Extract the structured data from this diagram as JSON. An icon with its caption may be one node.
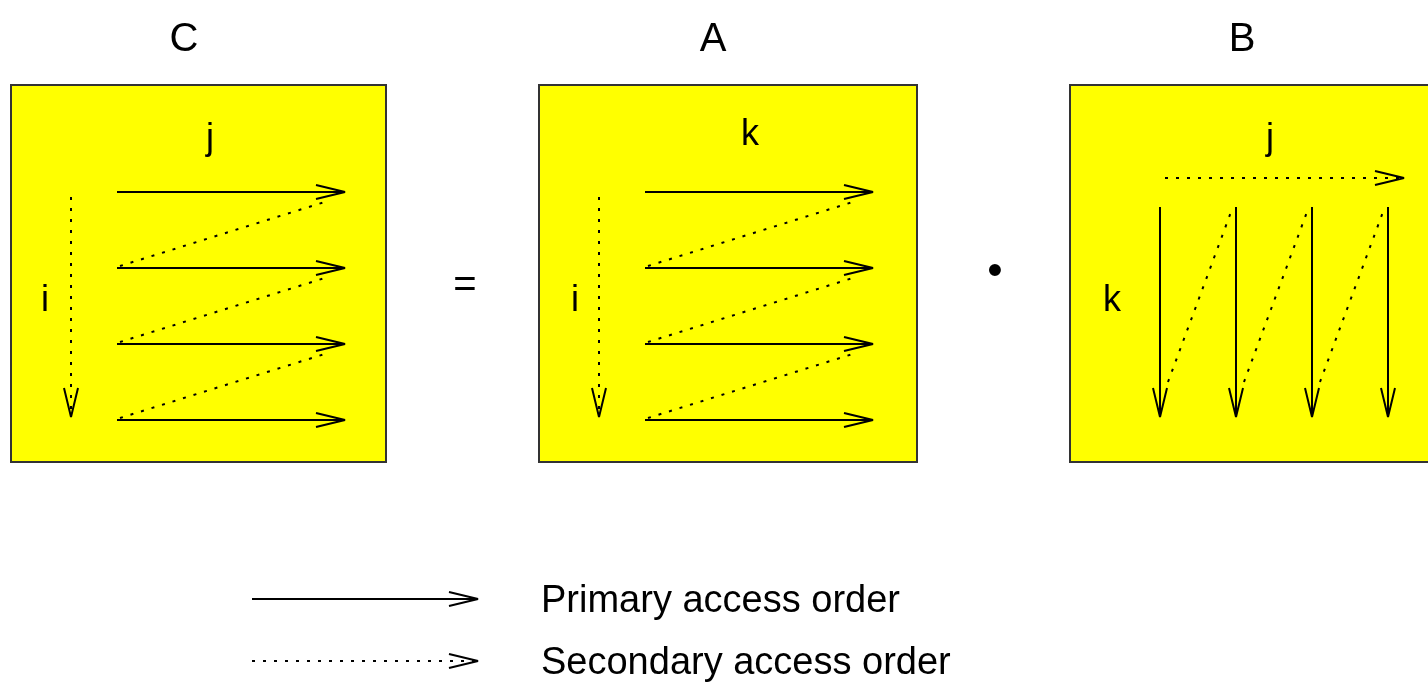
{
  "diagram": {
    "nodes": [
      {
        "text": [
          "C",
          "j",
          "i"
        ]
      },
      {
        "text": [
          "A",
          "k",
          "i"
        ]
      },
      {
        "text": [
          "B",
          "j",
          "k"
        ]
      }
    ],
    "labels": [
      "=",
      "•"
    ],
    "legend": [
      {
        "text": "Primary access order"
      },
      {
        "text": "Secondary access order"
      }
    ]
  }
}
